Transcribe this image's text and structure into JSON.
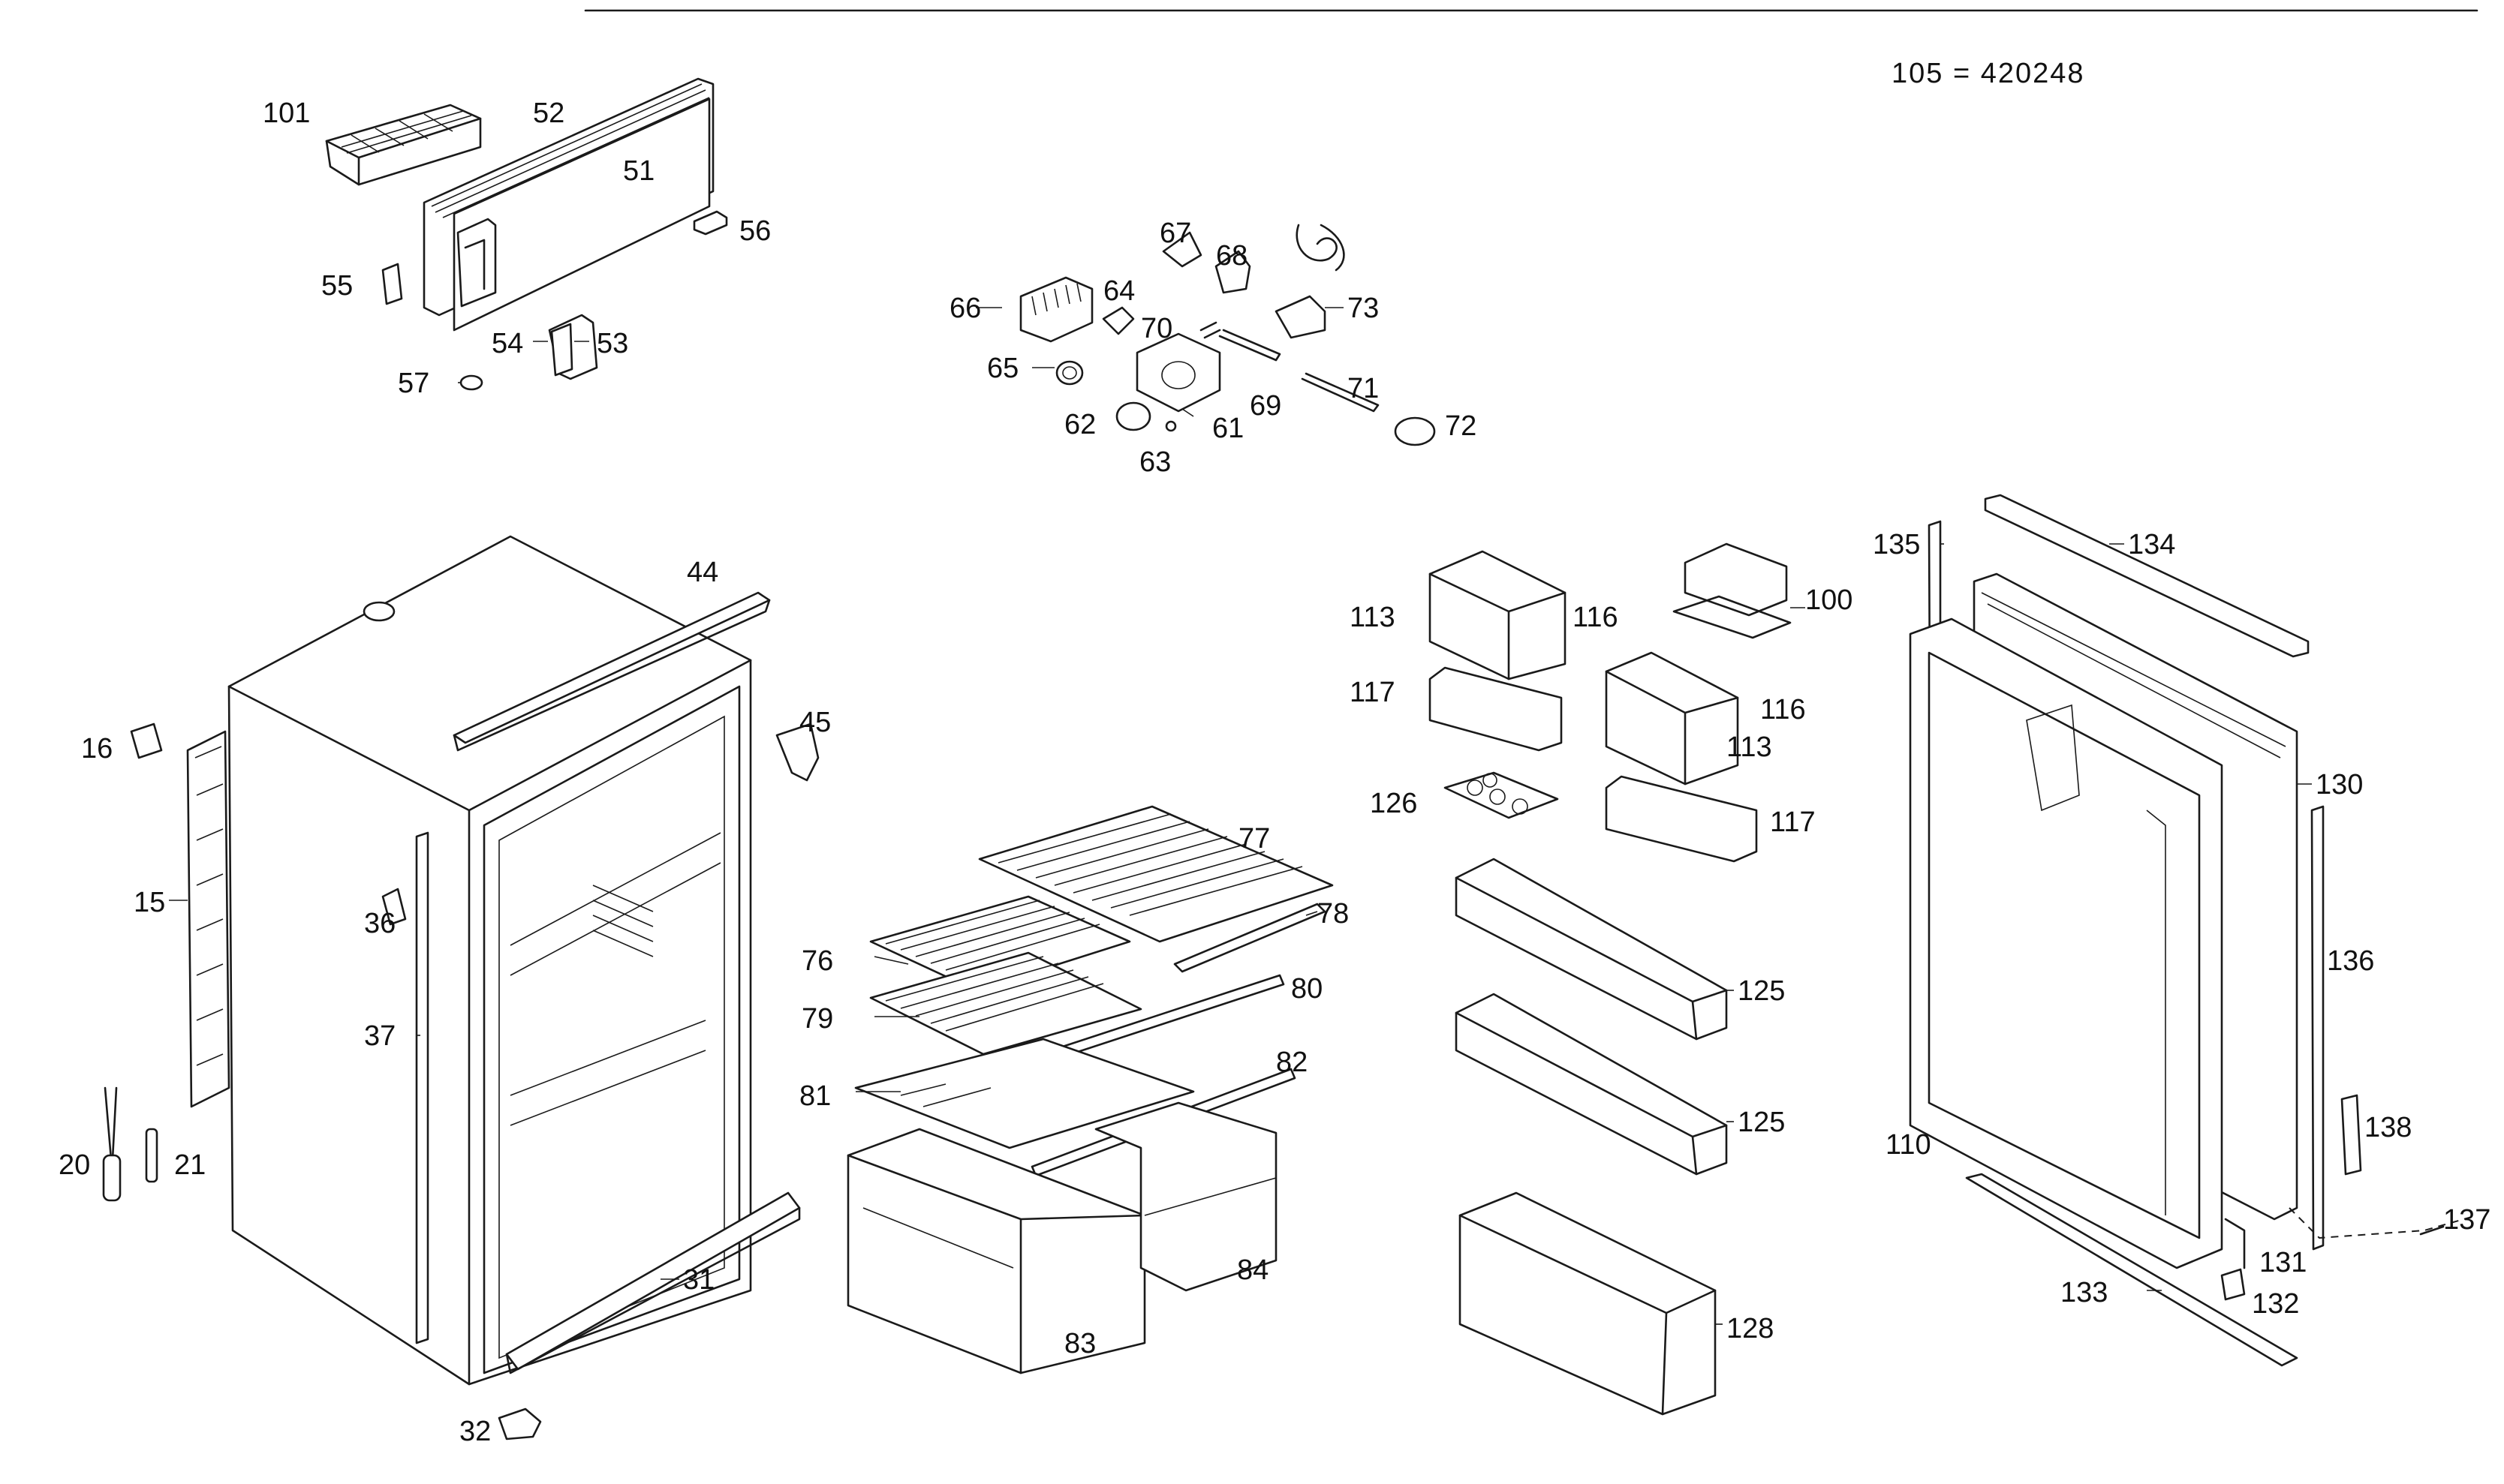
{
  "note": "105 = 420248",
  "callouts": {
    "c15": "15",
    "c16": "16",
    "c20": "20",
    "c21": "21",
    "c31": "31",
    "c32": "32",
    "c36": "36",
    "c37": "37",
    "c44": "44",
    "c45": "45",
    "c51": "51",
    "c52": "52",
    "c53": "53",
    "c54": "54",
    "c55": "55",
    "c56": "56",
    "c57": "57",
    "c61": "61",
    "c62": "62",
    "c63": "63",
    "c64": "64",
    "c65": "65",
    "c66": "66",
    "c67": "67",
    "c68": "68",
    "c69": "69",
    "c70": "70",
    "c71": "71",
    "c72": "72",
    "c73": "73",
    "c76": "76",
    "c77": "77",
    "c78": "78",
    "c79": "79",
    "c80": "80",
    "c81": "81",
    "c82": "82",
    "c83": "83",
    "c84": "84",
    "c100": "100",
    "c101": "101",
    "c110": "110",
    "c113a": "113",
    "c113b": "113",
    "c116a": "116",
    "c116b": "116",
    "c117a": "117",
    "c117b": "117",
    "c125a": "125",
    "c125b": "125",
    "c126": "126",
    "c128": "128",
    "c130": "130",
    "c131": "131",
    "c132": "132",
    "c133": "133",
    "c134": "134",
    "c135": "135",
    "c136": "136",
    "c137": "137",
    "c138": "138"
  }
}
